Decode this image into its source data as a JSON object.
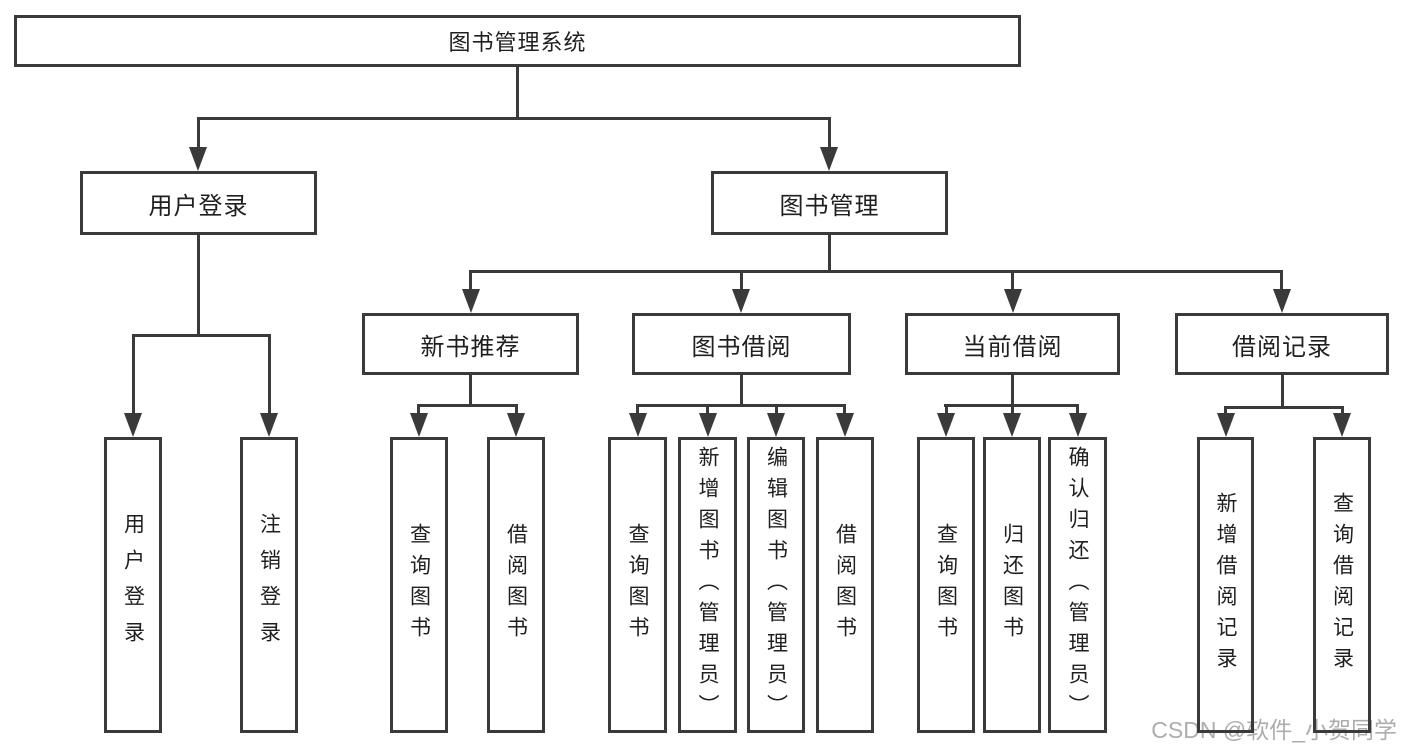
{
  "diagram": {
    "title": "图书管理系统",
    "level2": {
      "user_login": "用户登录",
      "book_management": "图书管理"
    },
    "level3": {
      "new_book_recommend": "新书推荐",
      "book_borrow": "图书借阅",
      "current_borrow": "当前借阅",
      "borrow_record": "借阅记录"
    },
    "leaves": {
      "user_login_leaf": "用户登录",
      "logout": "注销登录",
      "recommend_query_book": "查询图书",
      "recommend_borrow_book": "借阅图书",
      "borrow_query_book": "查询图书",
      "borrow_add_book": "新增图书（管理员）",
      "borrow_edit_book": "编辑图书（管理员）",
      "borrow_borrow_book": "借阅图书",
      "current_query_book": "查询图书",
      "current_return_book": "归还图书",
      "current_confirm_return": "确认归还（管理员）",
      "record_add": "新增借阅记录",
      "record_query": "查询借阅记录"
    }
  },
  "watermark": "CSDN @软件_小贺同学",
  "colors": {
    "line": "#3a3a3a",
    "text": "#1f1f1f",
    "watermark": "#adadad",
    "background": "#ffffff"
  }
}
